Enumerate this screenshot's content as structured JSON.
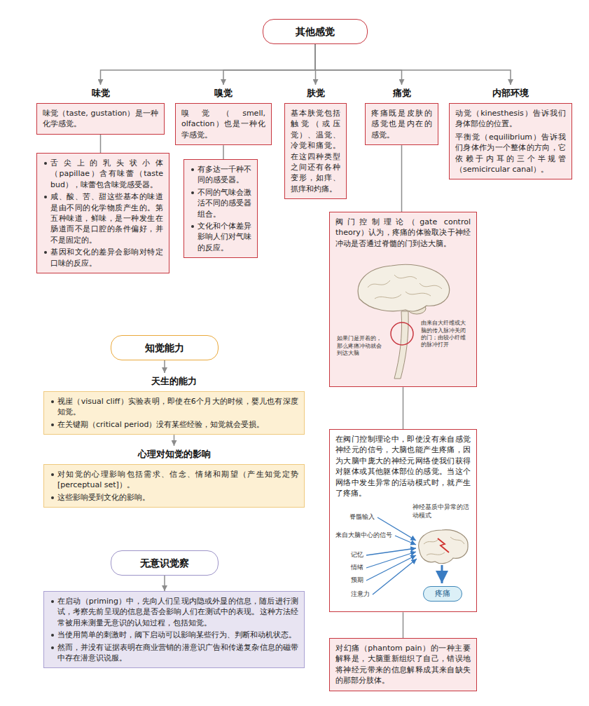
{
  "diagram": {
    "nodes": [
      {
        "text": [
          "其他感觉"
        ]
      },
      {
        "text": [
          "味觉",
          "味觉（taste, gustation）是一种化学感觉。"
        ]
      },
      {
        "text": [
          "舌尖上的乳头状小体（papillae）含有味蕾（taste bud），味蕾包含味觉感受器。",
          "咸、酸、苦、甜这些基本的味道是由不同的化学物质产生的。第五种味道，鲜味，是一种发生在肠道而不是口腔的条件偏好，并不是固定的。",
          "基因和文化的差异会影响对特定口味的反应。"
        ]
      },
      {
        "text": [
          "嗅觉",
          "嗅觉（smell, olfaction）也是一种化学感觉。"
        ]
      },
      {
        "text": [
          "有多达一千种不同的感受器。",
          "不同的气味会激活不同的感受器组合。",
          "文化和个体差异影响人们对气味的反应。"
        ]
      },
      {
        "text": [
          "肤觉",
          "基本肤觉包括触觉（或压觉）、温觉、冷觉和痛觉。在这四种类型之间还有各种变形，如痒、抓痒和灼痛。"
        ]
      },
      {
        "text": [
          "痛觉",
          "疼痛既是皮肤的感觉也是内在的感觉。"
        ]
      },
      {
        "text": [
          "阀门控制理论（gate control theory）认为，疼痛的体验取决于神经冲动是否通过脊髓的门到达大脑。"
        ]
      },
      {
        "text": [
          "在阀门控制理论中，即使没有来自感觉神经元的信号，大脑也能产生疼痛，因为大脑中庞大的神经元网络使我们获得对躯体或其他躯体部位的感觉。当这个网络中发生异常的活动模式时，就产生了疼痛。"
        ]
      },
      {
        "text": [
          "疼痛"
        ],
        "in": 8
      },
      {
        "text": [
          "对幻痛（phantom pain）的一种主要解释是，大脑重新组织了自己，错误地将神经元带来的信息解释成其来自缺失的那部分肢体。"
        ]
      },
      {
        "text": [
          "内部环境",
          "动觉（kinesthesis）告诉我们身体部位的位置。",
          "平衡觉（equilibrium）告诉我们身体作为一个整体的方向，它依赖于内耳的三个半规管（semicircular canal）。"
        ]
      },
      {
        "text": [
          "知觉能力"
        ]
      },
      {
        "text": [
          "天生的能力",
          "视崖（visual cliff）实验表明，即使在6个月大的时候，婴儿也有深度知觉。",
          "在关键期（critical period）没有某些经验，知觉就会受损。"
        ]
      },
      {
        "text": [
          "心理对知觉的影响",
          "对知觉的心理影响包括需求、信念、情绪和期望（产生知觉定势[perceptual set]）。",
          "这些影响受到文化的影响。"
        ]
      },
      {
        "text": [
          "无意识觉察"
        ]
      },
      {
        "text": [
          "在启动（priming）中，先向人们呈现内隐或外显的信息，随后进行测试，考察先前呈现的信息是否会影响人们在测试中的表现。这种方法经常被用来测量无意识的认知过程，包括知觉。",
          "当使用简单的刺激时，阈下启动可以影响某些行为、判断和动机状态。",
          "然而，并没有证据表明在商业营销的潜意识广告和传递复杂信息的磁带中存在潜意识说服。"
        ]
      }
    ],
    "edges": [
      {
        "from": 0,
        "to": 1,
        "arrow": "to"
      },
      {
        "from": 0,
        "to": 3,
        "arrow": "to"
      },
      {
        "from": 0,
        "to": 5,
        "arrow": "to"
      },
      {
        "from": 0,
        "to": 6,
        "arrow": "to"
      },
      {
        "from": 0,
        "to": 11,
        "arrow": "to"
      },
      {
        "from": 1,
        "to": 2,
        "arrow": "none"
      },
      {
        "from": 3,
        "to": 4,
        "arrow": "none"
      },
      {
        "from": 6,
        "to": 7,
        "arrow": "none"
      },
      {
        "from": 7,
        "to": 8,
        "arrow": "none"
      },
      {
        "from": 8,
        "to": 10,
        "arrow": "none"
      },
      {
        "from": 12,
        "to": 13,
        "arrow": "to"
      },
      {
        "from": 13,
        "to": 14,
        "arrow": "to"
      },
      {
        "from": 15,
        "to": 16,
        "arrow": "to"
      }
    ],
    "labels": [
      "由来自大纤维或大脑的传入脉冲关闭的门；由较小纤维的脉冲打开",
      "如果门是开着的，那么疼痛冲动就会到达大脑",
      "神经基质中异常的活动模式",
      "脊髓输入",
      "来自大脑中心的信号",
      "记忆",
      "情绪",
      "预期",
      "注意力"
    ]
  }
}
